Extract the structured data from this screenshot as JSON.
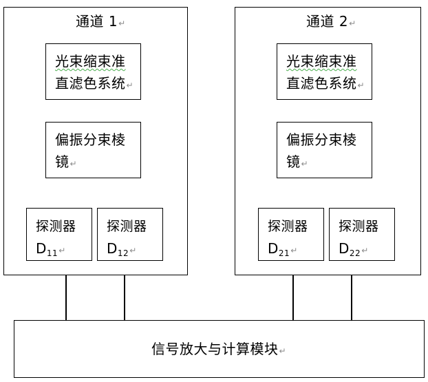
{
  "channels": [
    {
      "title": "通道 1",
      "collimator": [
        "光束缩束准",
        "直滤色系统"
      ],
      "prism": [
        "偏振分束棱",
        "镜"
      ],
      "detectors": [
        {
          "label": "探测器",
          "base": "D",
          "sub": "11"
        },
        {
          "label": "探测器",
          "base": "D",
          "sub": "12"
        }
      ]
    },
    {
      "title": "通道 2",
      "collimator": [
        "光束缩束准",
        "直滤色系统"
      ],
      "prism": [
        "偏振分束棱",
        "镜"
      ],
      "detectors": [
        {
          "label": "探测器",
          "base": "D",
          "sub": "21"
        },
        {
          "label": "探测器",
          "base": "D",
          "sub": "22"
        }
      ]
    }
  ],
  "module": {
    "label": "信号放大与计算模块"
  },
  "paragraph_mark": "↵"
}
